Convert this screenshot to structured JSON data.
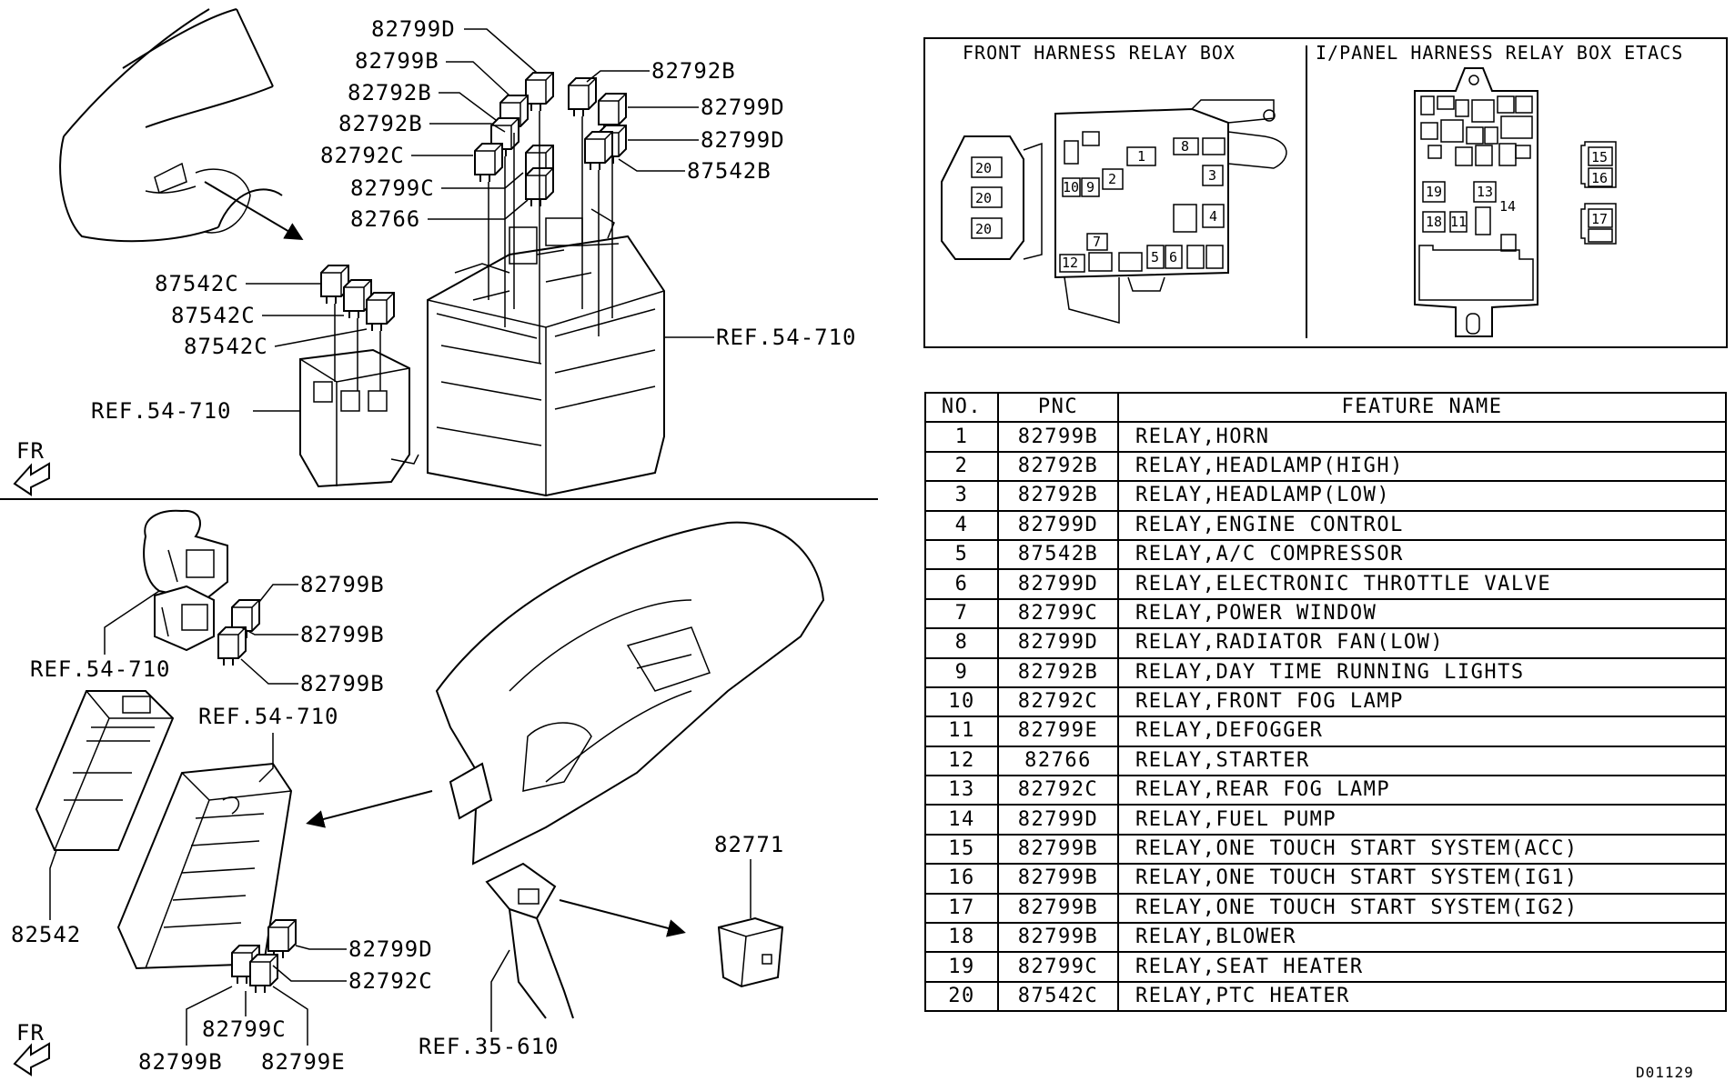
{
  "top_callouts": {
    "c1": "82799D",
    "c2": "82799B",
    "c3": "82792B",
    "c4": "82792B",
    "c5": "82792C",
    "c6": "82799C",
    "c7": "82766",
    "c8": "82792B",
    "c9": "82799D",
    "c10": "82799D",
    "c11": "87542B",
    "c12": "87542C",
    "c13": "87542C",
    "c14": "87542C",
    "c15": "REF.54-710",
    "c16": "REF.54-710"
  },
  "bottom_callouts": {
    "b1": "82799B",
    "b2": "82799B",
    "b3": "82799B",
    "b4": "REF.54-710",
    "b5": "REF.54-710",
    "b6": "82542",
    "b7": "82799D",
    "b8": "82792C",
    "b9": "82799C",
    "b10": "82799B",
    "b11": "82799E",
    "b12": "REF.35-610",
    "b13": "82771"
  },
  "fr_label": "FR",
  "relay_box": {
    "front_title": "FRONT HARNESS RELAY BOX",
    "ipanel_title": "I/PANEL HARNESS RELAY BOX ETACS",
    "front_numbers": {
      "n1": "1",
      "n2": "2",
      "n3": "3",
      "n4": "4",
      "n5": "5",
      "n6": "6",
      "n7": "7",
      "n8": "8",
      "n9": "9",
      "n10": "10",
      "n12": "12",
      "n20a": "20",
      "n20b": "20",
      "n20c": "20"
    },
    "ipanel_numbers": {
      "n11": "11",
      "n13": "13",
      "n14": "14",
      "n15": "15",
      "n16": "16",
      "n17": "17",
      "n18": "18",
      "n19": "19"
    }
  },
  "parts_table": {
    "headers": {
      "no": "NO.",
      "pnc": "PNC",
      "feature": "FEATURE NAME"
    },
    "rows": [
      {
        "no": "1",
        "pnc": "82799B",
        "feature": "RELAY,HORN"
      },
      {
        "no": "2",
        "pnc": "82792B",
        "feature": "RELAY,HEADLAMP(HIGH)"
      },
      {
        "no": "3",
        "pnc": "82792B",
        "feature": "RELAY,HEADLAMP(LOW)"
      },
      {
        "no": "4",
        "pnc": "82799D",
        "feature": "RELAY,ENGINE CONTROL"
      },
      {
        "no": "5",
        "pnc": "87542B",
        "feature": "RELAY,A/C COMPRESSOR"
      },
      {
        "no": "6",
        "pnc": "82799D",
        "feature": "RELAY,ELECTRONIC THROTTLE VALVE"
      },
      {
        "no": "7",
        "pnc": "82799C",
        "feature": "RELAY,POWER WINDOW"
      },
      {
        "no": "8",
        "pnc": "82799D",
        "feature": "RELAY,RADIATOR FAN(LOW)"
      },
      {
        "no": "9",
        "pnc": "82792B",
        "feature": "RELAY,DAY TIME RUNNING LIGHTS"
      },
      {
        "no": "10",
        "pnc": "82792C",
        "feature": "RELAY,FRONT FOG LAMP"
      },
      {
        "no": "11",
        "pnc": "82799E",
        "feature": "RELAY,DEFOGGER"
      },
      {
        "no": "12",
        "pnc": "82766",
        "feature": "RELAY,STARTER"
      },
      {
        "no": "13",
        "pnc": "82792C",
        "feature": "RELAY,REAR FOG LAMP"
      },
      {
        "no": "14",
        "pnc": "82799D",
        "feature": "RELAY,FUEL PUMP"
      },
      {
        "no": "15",
        "pnc": "82799B",
        "feature": "RELAY,ONE TOUCH START SYSTEM(ACC)"
      },
      {
        "no": "16",
        "pnc": "82799B",
        "feature": "RELAY,ONE TOUCH START SYSTEM(IG1)"
      },
      {
        "no": "17",
        "pnc": "82799B",
        "feature": "RELAY,ONE TOUCH START SYSTEM(IG2)"
      },
      {
        "no": "18",
        "pnc": "82799B",
        "feature": "RELAY,BLOWER"
      },
      {
        "no": "19",
        "pnc": "82799C",
        "feature": "RELAY,SEAT HEATER"
      },
      {
        "no": "20",
        "pnc": "87542C",
        "feature": "RELAY,PTC HEATER"
      }
    ]
  },
  "diagram_code": "D01129"
}
